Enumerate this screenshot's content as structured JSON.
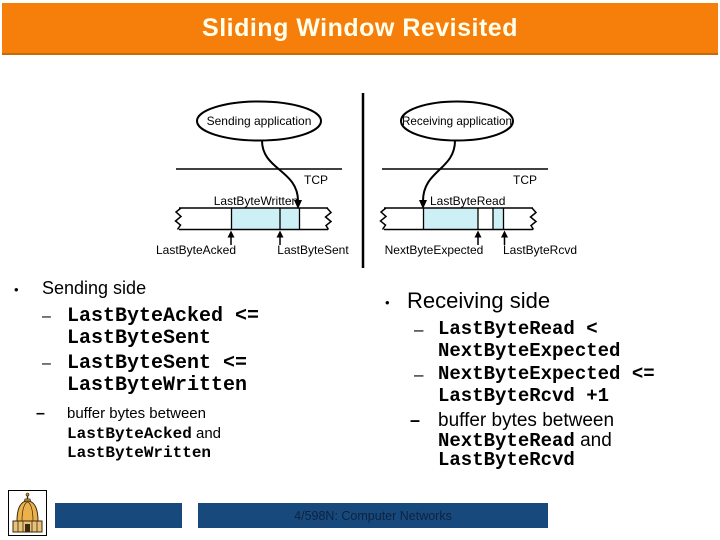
{
  "title": "Sliding Window Revisited",
  "chars": {
    "bullet": "•",
    "dash": "–"
  },
  "diagram": {
    "sending_app": "Sending application",
    "receiving_app": "Receiving application",
    "tcp": "TCP",
    "last_byte_written": "LastByteWritten",
    "last_byte_acked": "LastByteAcked",
    "last_byte_sent": "LastByteSent",
    "last_byte_read": "LastByteRead",
    "next_byte_expected": "NextByteExpected",
    "last_byte_rcvd": "LastByteRcvd"
  },
  "sending": {
    "heading": "Sending side",
    "item1": {
      "line1": "LastByteAcked <=",
      "line2": "LastByteSent"
    },
    "item2": {
      "line1": "LastByteSent <=",
      "line2": "LastByteWritten"
    },
    "item3": {
      "line1": "buffer bytes between",
      "line2_code": "LastByteAcked",
      "line2_text": " and",
      "line3_code": "LastByteWritten"
    }
  },
  "receiving": {
    "heading": "Receiving side",
    "item1": {
      "line1": "LastByteRead <",
      "line2": "NextByteExpected"
    },
    "item2": {
      "line1": "NextByteExpected <=",
      "line2": "LastByteRcvd +1"
    },
    "item3": {
      "line1": "buffer bytes between",
      "line2_code": "NextByteRead",
      "line2_text": " and",
      "line3_code": "LastByteRcvd"
    }
  },
  "footer": {
    "course": "4/598N: Computer Networks"
  },
  "colors": {
    "title_bar_orange": "#F67E0A",
    "title_text": "#FFFFEC",
    "buffer_fill_cyan": "#CCF0F5",
    "footer_bar_navy": "#17497D"
  }
}
